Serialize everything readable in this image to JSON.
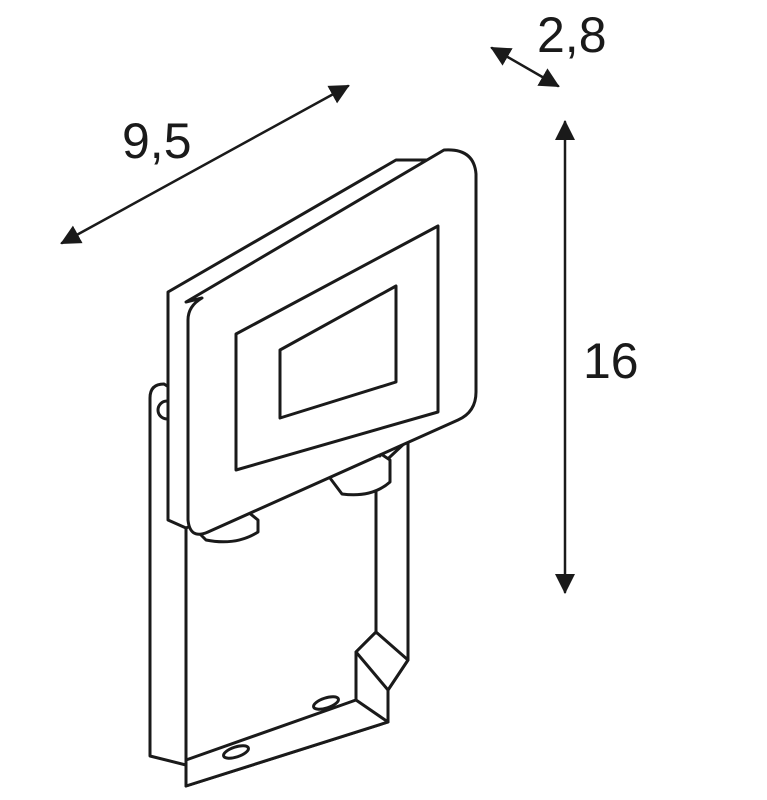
{
  "dimensions": {
    "width": "9,5",
    "depth": "2,8",
    "height": "16"
  }
}
